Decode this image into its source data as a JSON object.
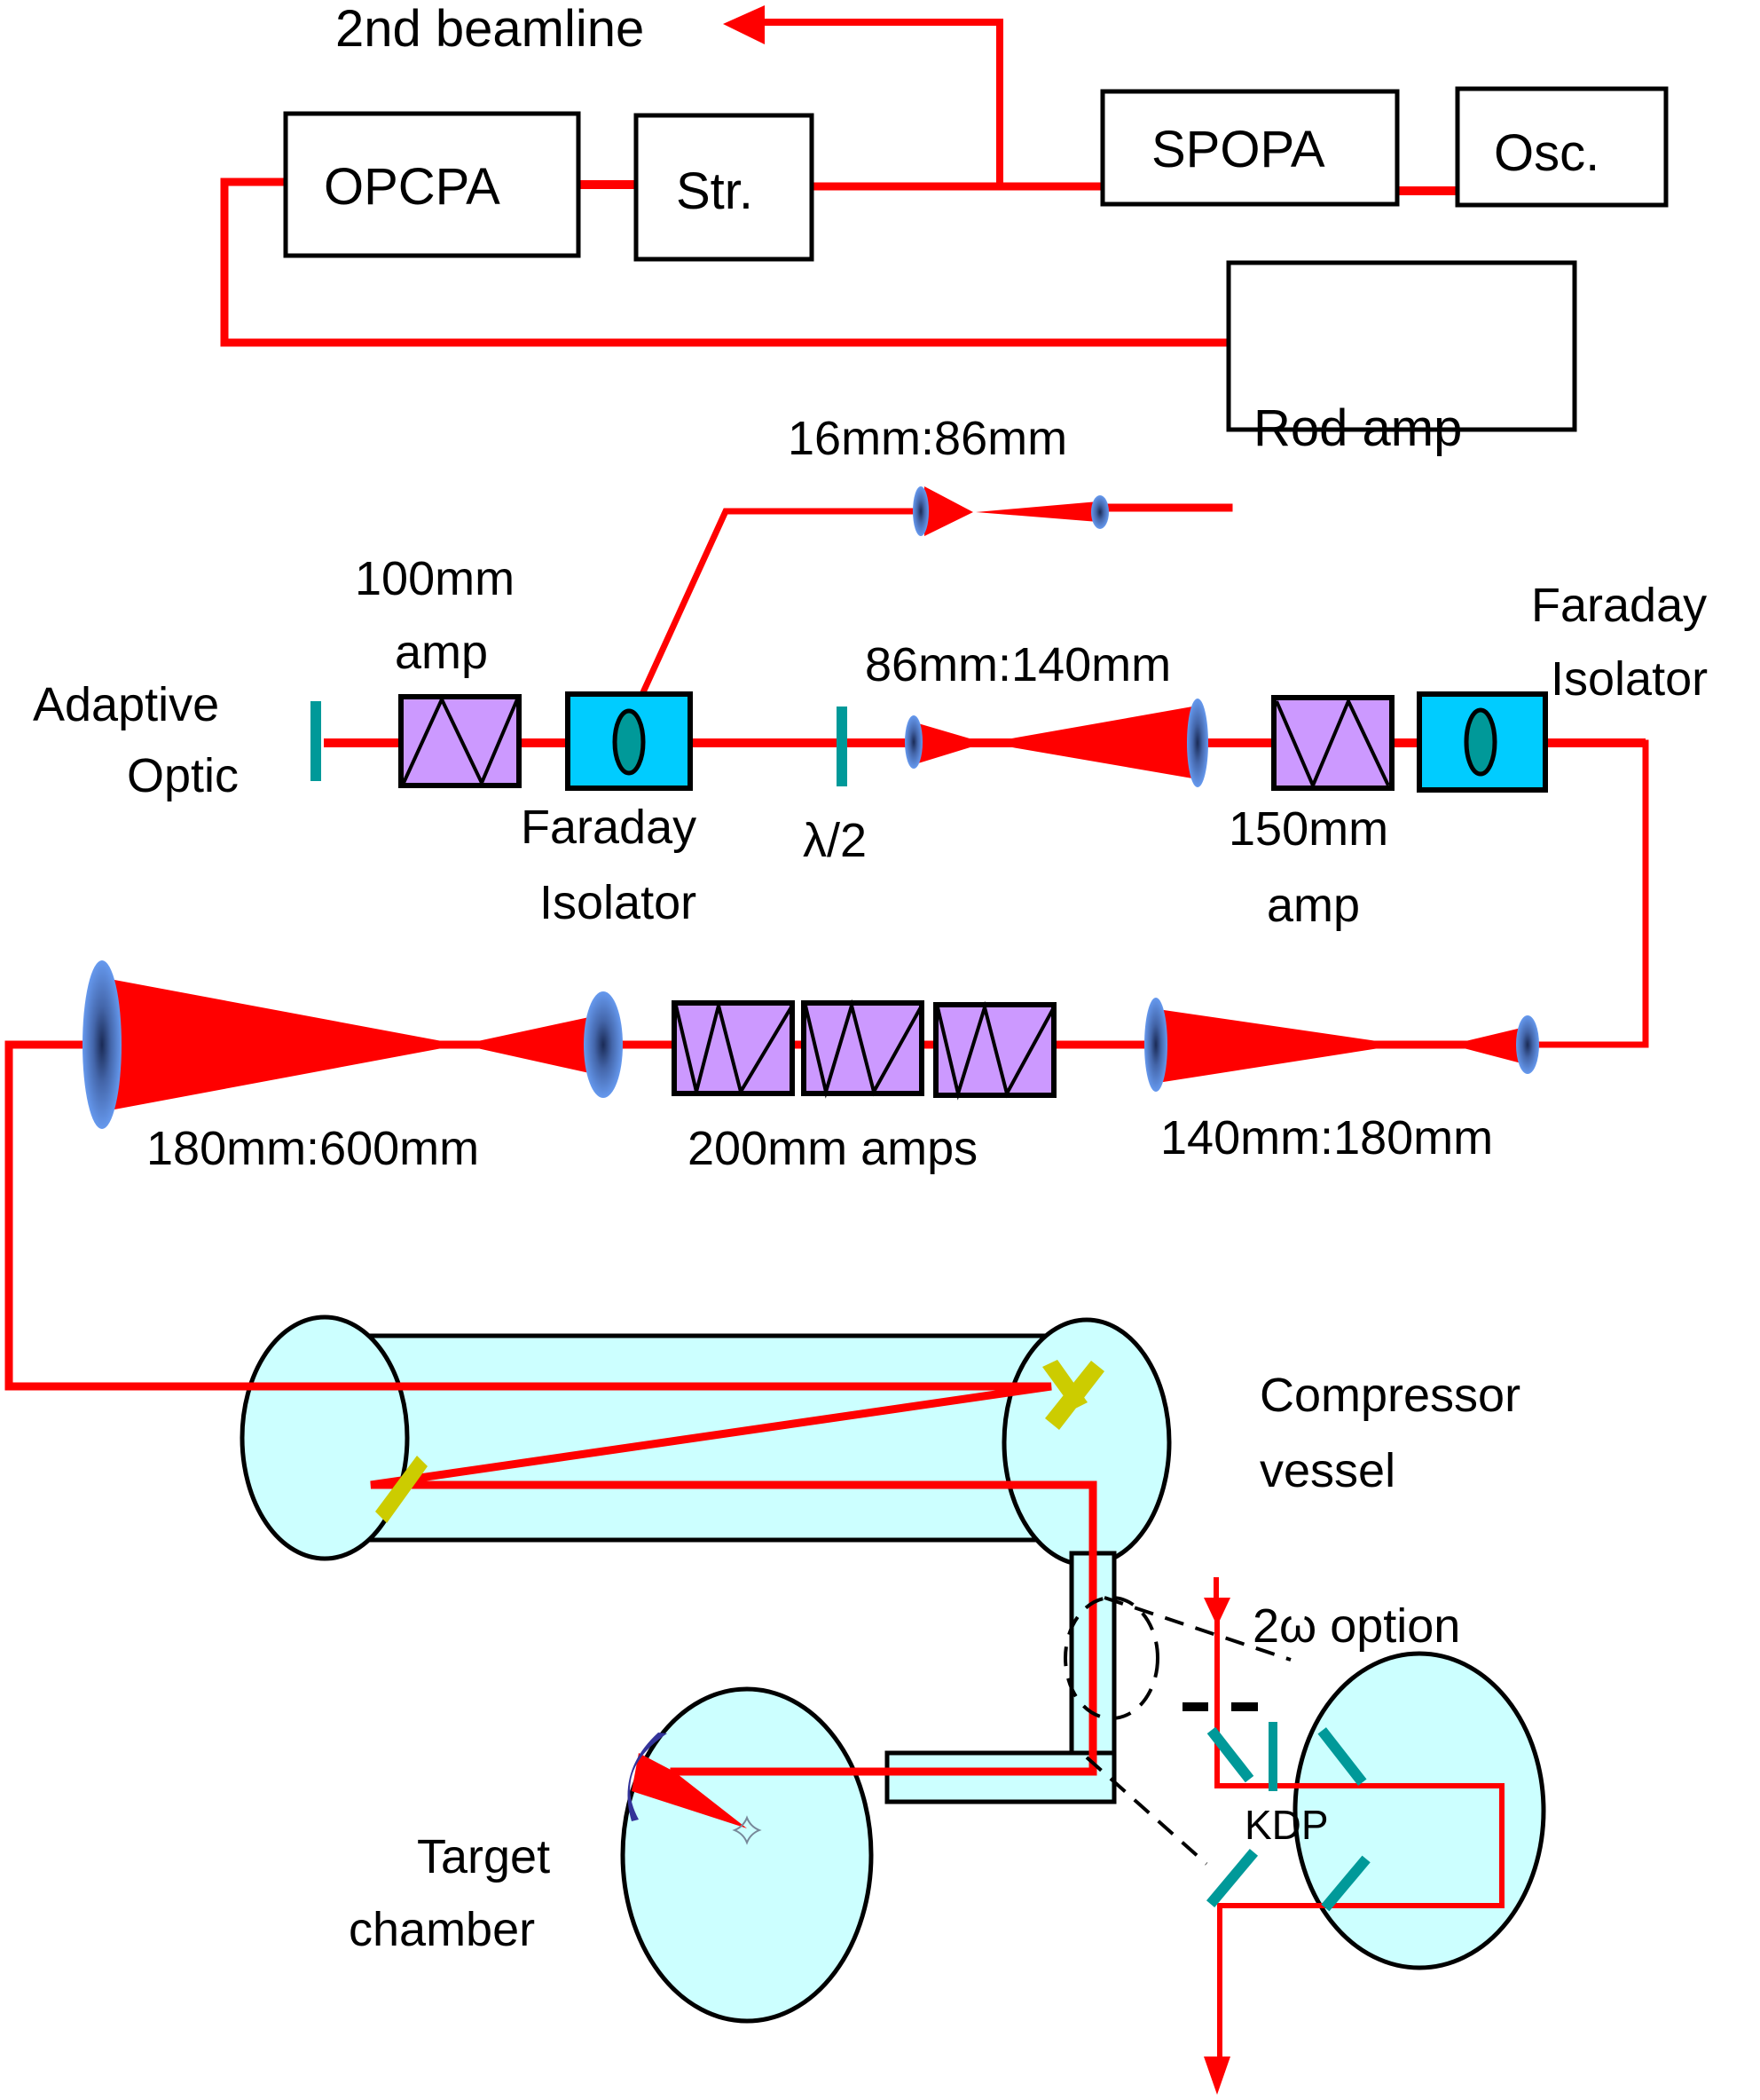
{
  "colors": {
    "beam": "#ff0000",
    "lens": "#6699ee",
    "amplifier": "#cc99ff",
    "faraday_isolator": "#00ccff",
    "optic_teal": "#009999",
    "vessel": "#ccffff",
    "grating": "#cccc00",
    "focusing_mirror": "#333399"
  },
  "front_end": {
    "second_beamline": "2nd beamline",
    "opcpa": "OPCPA",
    "stretcher": "Str.",
    "spopa": "SPOPA",
    "oscillator": "Osc.",
    "rod_amp": "Rod amp"
  },
  "telescopes": {
    "t1": "16mm:86mm",
    "t2": "86mm:140mm",
    "t3": "140mm:180mm",
    "t4": "180mm:600mm"
  },
  "amplifiers": {
    "amp100_line1": "100mm",
    "amp100_line2": "amp",
    "amp150_line1": "150mm",
    "amp150_line2": "amp",
    "amp200": "200mm amps"
  },
  "optics": {
    "adaptive_line1": "Adaptive",
    "adaptive_line2": "Optic",
    "fi1_line1": "Faraday",
    "fi1_line2": "Isolator",
    "fi2_line1": "Faraday",
    "fi2_line2": "Isolator",
    "half_wave": "λ/2"
  },
  "chambers": {
    "compressor_line1": "Compressor",
    "compressor_line2": "vessel",
    "target_line1": "Target",
    "target_line2": "chamber",
    "second_harmonic": "2ω option",
    "kdp": "KDP"
  }
}
